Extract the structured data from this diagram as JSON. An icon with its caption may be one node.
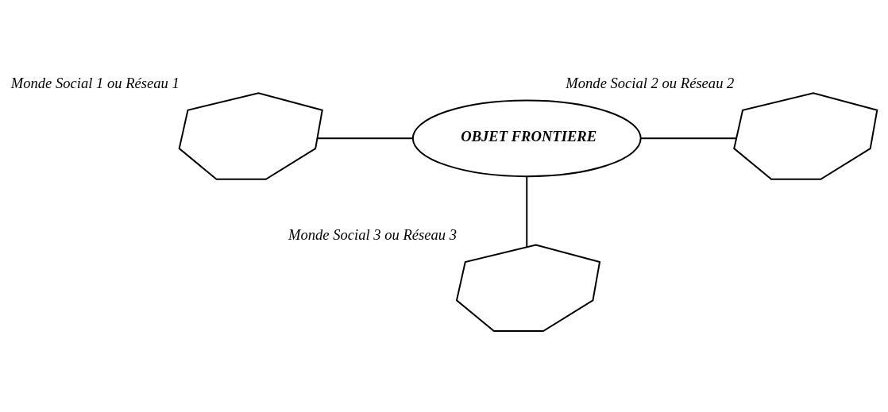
{
  "diagram": {
    "nodes": [
      {
        "text": [
          "OBJET FRONTIERE"
        ]
      },
      {
        "text": [],
        "shape": "network",
        "beside": [
          "Monde Social 1 ou Réseau 1"
        ]
      },
      {
        "text": [],
        "shape": "network",
        "beside": [
          "Monde Social 2 ou Réseau 2"
        ]
      },
      {
        "text": [],
        "shape": "network",
        "beside": [
          "Monde Social 3 ou Réseau 3"
        ]
      }
    ],
    "edges": [
      {
        "from": 1,
        "to": 0,
        "arrow": "none"
      },
      {
        "from": 0,
        "to": 2,
        "arrow": "none"
      },
      {
        "from": 0,
        "to": 3,
        "arrow": "none"
      }
    ]
  }
}
